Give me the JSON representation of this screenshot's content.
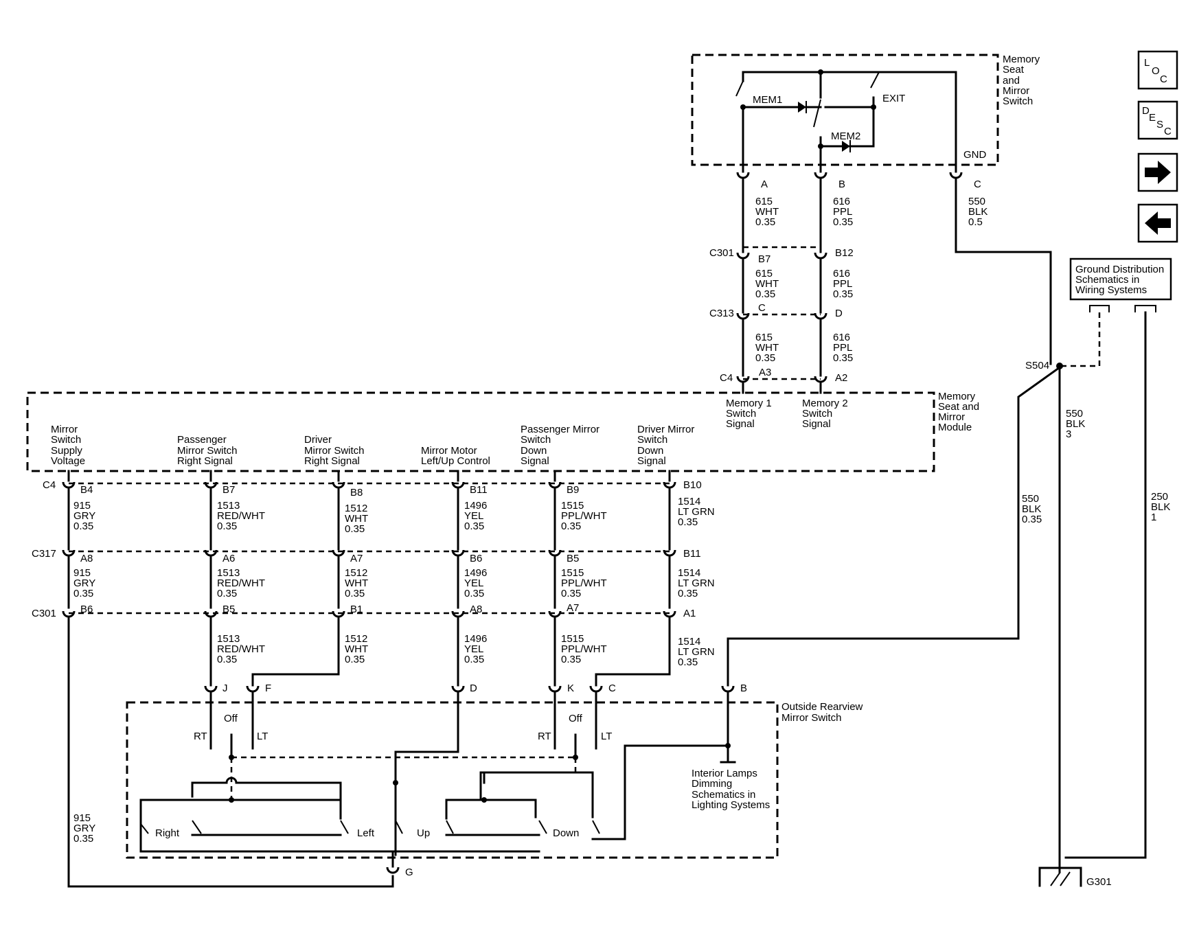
{
  "nav": {
    "loc": [
      "L",
      "O",
      "C"
    ],
    "desc": [
      "D",
      "E",
      "S",
      "C"
    ]
  },
  "memory_switch": {
    "title": [
      "Memory",
      "Seat",
      "and",
      "Mirror",
      "Switch"
    ],
    "mem1": "MEM1",
    "mem2": "MEM2",
    "exit": "EXIT",
    "gnd": "GND"
  },
  "top_pins": {
    "a": "A",
    "b": "B",
    "c": "C",
    "a_wire": [
      "615",
      "WHT",
      "0.35"
    ],
    "b_wire": [
      "616",
      "PPL",
      "0.35"
    ],
    "c_wire": [
      "550",
      "BLK",
      "0.5"
    ]
  },
  "c301_top": {
    "name": "C301",
    "a": "B7",
    "b": "B12",
    "a_wire": [
      "615",
      "WHT",
      "0.35"
    ],
    "b_wire": [
      "616",
      "PPL",
      "0.35"
    ]
  },
  "c313": {
    "name": "C313",
    "a": "C",
    "b": "D",
    "a_wire": [
      "615",
      "WHT",
      "0.35"
    ],
    "b_wire": [
      "616",
      "PPL",
      "0.35"
    ]
  },
  "c4_top": {
    "name": "C4",
    "a": "A3",
    "b": "A2"
  },
  "module": {
    "title": [
      "Memory",
      "Seat and",
      "Mirror",
      "Module"
    ],
    "mem1_signal": [
      "Memory 1",
      "Switch",
      "Signal"
    ],
    "mem2_signal": [
      "Memory 2",
      "Switch",
      "Signal"
    ],
    "columns": [
      {
        "label": [
          "Mirror",
          "Switch",
          "Supply",
          "Voltage"
        ]
      },
      {
        "label": [
          "Passenger",
          "Mirror Switch",
          "Right Signal"
        ]
      },
      {
        "label": [
          "Driver",
          "Mirror Switch",
          "Right Signal"
        ]
      },
      {
        "label": [
          "Mirror Motor",
          "Left/Up Control"
        ]
      },
      {
        "label": [
          "Passenger Mirror",
          "Switch",
          "Down",
          "Signal"
        ]
      },
      {
        "label": [
          "Driver Mirror",
          "Switch",
          "Down",
          "Signal"
        ]
      }
    ]
  },
  "connectors": {
    "c4": {
      "name": "C4",
      "pins": [
        "B4",
        "B7",
        "B8",
        "B11",
        "B9",
        "B10"
      ]
    },
    "c317": {
      "name": "C317",
      "pins": [
        "A8",
        "A6",
        "A7",
        "B6",
        "B5",
        "B11"
      ]
    },
    "c301": {
      "name": "C301",
      "pins": [
        "B6",
        "B5",
        "B1",
        "A8",
        "A7",
        "A1"
      ]
    }
  },
  "wires": [
    [
      "915",
      "GRY",
      "0.35"
    ],
    [
      "1513",
      "RED/WHT",
      "0.35"
    ],
    [
      "1512",
      "WHT",
      "0.35"
    ],
    [
      "1496",
      "YEL",
      "0.35"
    ],
    [
      "1515",
      "PPL/WHT",
      "0.35"
    ],
    [
      "1514",
      "LT GRN",
      "0.35"
    ]
  ],
  "gry_bottom": [
    "915",
    "GRY",
    "0.35"
  ],
  "outside_switch": {
    "title": [
      "Outside Rearview",
      "Mirror Switch"
    ],
    "pins": [
      "J",
      "F",
      "D",
      "K",
      "C",
      "B",
      "G"
    ],
    "rt": "RT",
    "lt": "LT",
    "off": "Off",
    "right": "Right",
    "left": "Left",
    "up": "Up",
    "down": "Down"
  },
  "interior_lamps": [
    "Interior Lamps",
    "Dimming",
    "Schematics in",
    "Lighting Systems"
  ],
  "ground": {
    "ref": [
      "Ground Distribution",
      "Schematics in",
      "Wiring Systems"
    ],
    "splice": "S504",
    "ground": "G301",
    "w1": [
      "550",
      "BLK",
      "3"
    ],
    "w2": [
      "550",
      "BLK",
      "0.35"
    ],
    "w3": [
      "250",
      "BLK",
      "1"
    ]
  }
}
